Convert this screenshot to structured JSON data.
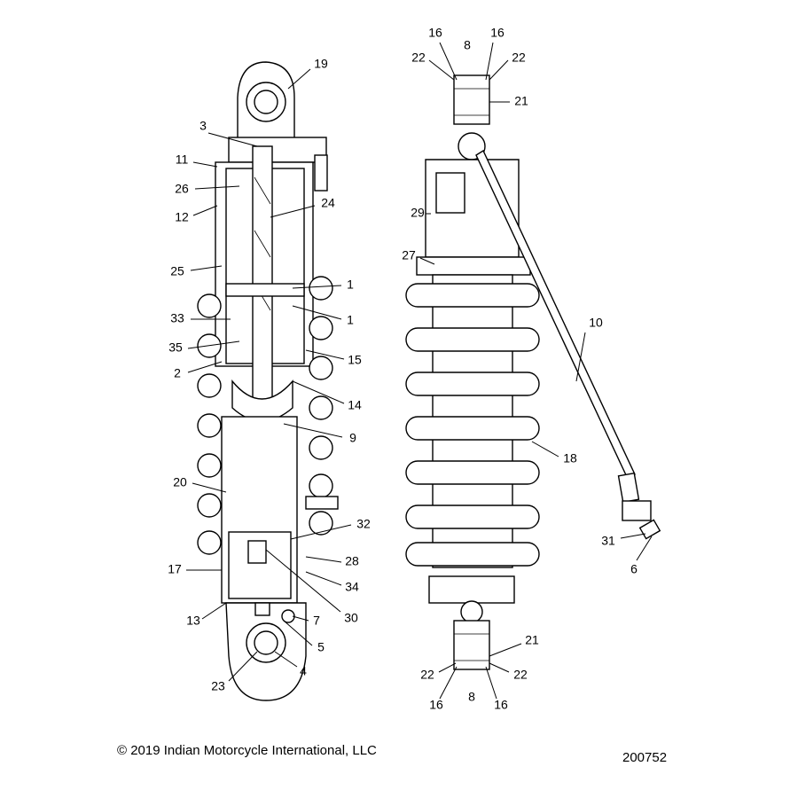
{
  "diagram": {
    "callouts_left": [
      "19",
      "3",
      "11",
      "26",
      "12",
      "24",
      "25",
      "1",
      "1",
      "33",
      "35",
      "15",
      "2",
      "14",
      "9",
      "20",
      "32",
      "17",
      "28",
      "34",
      "13",
      "7",
      "30",
      "5",
      "4",
      "23"
    ],
    "callouts_right": [
      "16",
      "8",
      "16",
      "22",
      "22",
      "21",
      "29",
      "27",
      "10",
      "18",
      "31",
      "6",
      "21",
      "22",
      "22",
      "16",
      "8",
      "16"
    ]
  },
  "footer": {
    "copyright": "© 2019 Indian Motorcycle International, LLC",
    "figure_number": "200752"
  }
}
